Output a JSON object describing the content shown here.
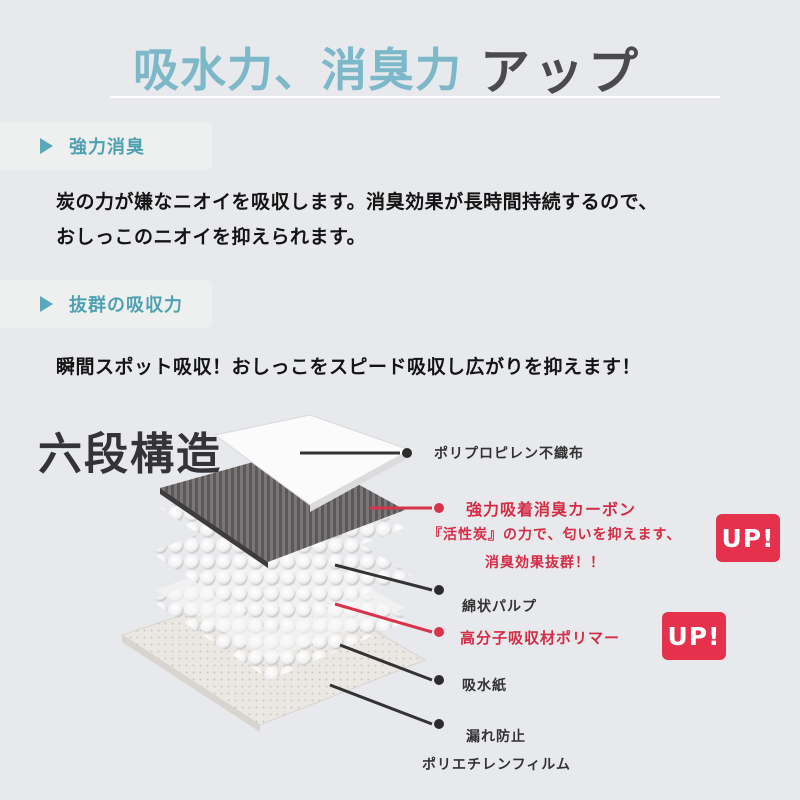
{
  "title": {
    "part1": "吸水力、消臭力",
    "part2": "アップ"
  },
  "features": [
    {
      "label": "強力消臭",
      "lines": [
        "炭の力が嫌なニオイを吸収します。消臭効果が長時間持続するので、",
        "おしっこのニオイを抑えられます。"
      ]
    },
    {
      "label": "抜群の吸収力",
      "lines": [
        "瞬間スポット吸収！おしっこをスピード吸収し広がりを抑えます！"
      ]
    }
  ],
  "structure": {
    "heading": "六段構造",
    "layers": [
      {
        "name": "ポリプロピレン不織布"
      },
      {
        "name": "強力吸着消臭カーボン",
        "desc_line1": "『活性炭』の力で、匂いを抑えます、",
        "desc_line2": "消臭効果抜群！！",
        "badge": "UP!"
      },
      {
        "name": "綿状パルプ"
      },
      {
        "name": "高分子吸収材ポリマー",
        "badge": "UP!"
      },
      {
        "name": "吸水紙"
      },
      {
        "name": "漏れ防止",
        "name_line2": "ポリエチレンフィルム"
      }
    ]
  },
  "colors": {
    "accent_teal": "#7db8c9",
    "accent_red": "#e5314b",
    "background": "#e8e9ec"
  }
}
